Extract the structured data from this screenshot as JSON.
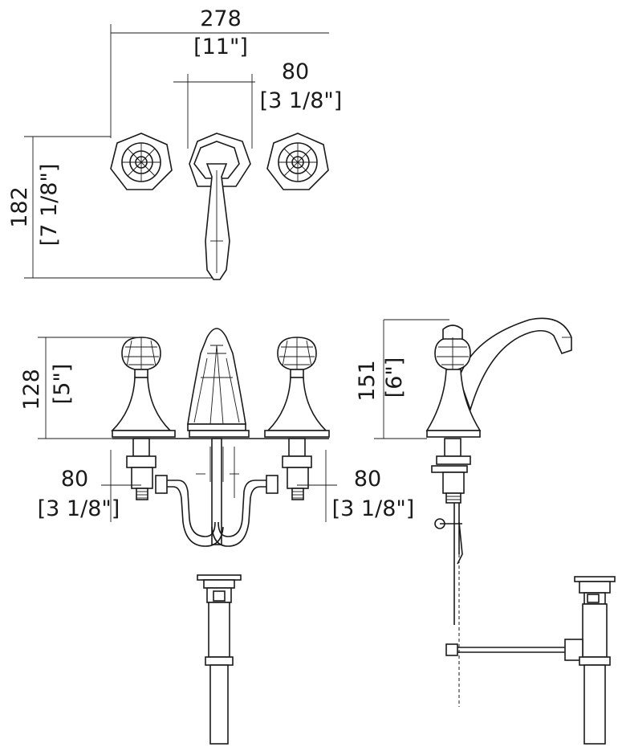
{
  "dimensions": {
    "top_width": {
      "mm": "278",
      "inch": "[11\"]"
    },
    "top_spacing": {
      "mm": "80",
      "inch": "[3 1/8\"]"
    },
    "top_depth": {
      "mm": "182",
      "inch": "[7 1/8\"]"
    },
    "handle_height": {
      "mm": "128",
      "inch": "[5\"]"
    },
    "left_offset": {
      "mm": "80",
      "inch": "[3 1/8\"]"
    },
    "right_offset": {
      "mm": "80",
      "inch": "[3 1/8\"]"
    },
    "spout_height": {
      "mm": "151",
      "inch": "[6\"]"
    }
  }
}
